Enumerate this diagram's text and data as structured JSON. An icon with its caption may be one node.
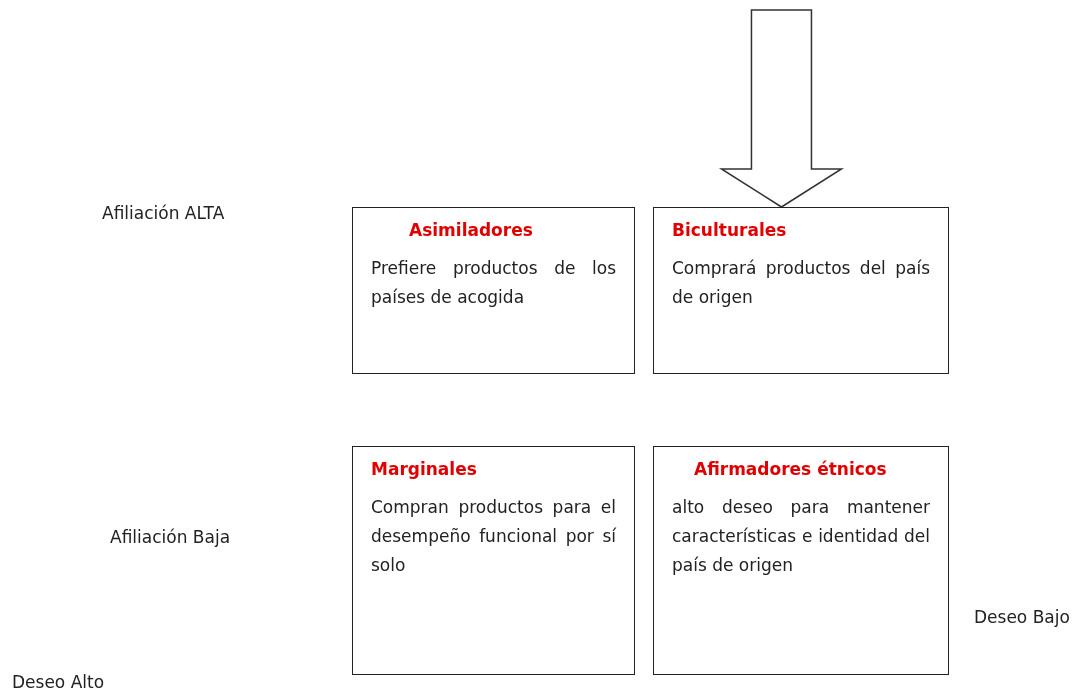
{
  "diagram": {
    "nodes": [
      {
        "text": [
          "Asimiladores",
          "Prefiere productos de los países de acogida"
        ]
      },
      {
        "text": [
          "Biculturales",
          "Comprará productos del país de origen"
        ]
      },
      {
        "text": [
          "Marginales",
          "Compran productos para el desempeño funcional por sí solo"
        ]
      },
      {
        "text": [
          "Afirmadores étnicos",
          "alto deseo para mantener características e identidad del país de origen"
        ]
      }
    ],
    "edges": [
      {
        "from": null,
        "to": 1,
        "arrow": "to"
      }
    ],
    "labels": [
      "Afiliación ALTA",
      "Afiliación Baja",
      "Deseo Bajo",
      "Deseo Alto"
    ]
  }
}
